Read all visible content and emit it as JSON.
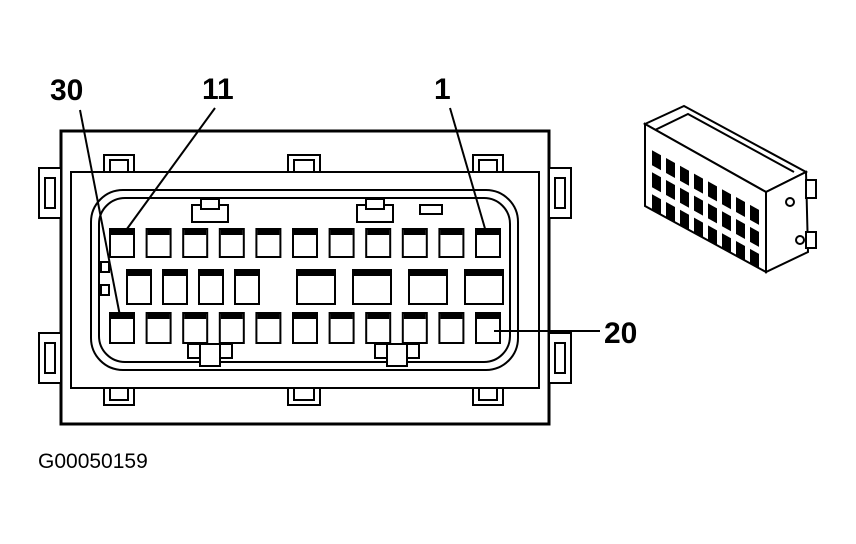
{
  "figure_id": "G00050159",
  "callouts": {
    "pin_30": "30",
    "pin_11": "11",
    "pin_1": "1",
    "pin_20": "20"
  },
  "connector": {
    "top_row_cavities": 11,
    "middle_row_cavities": 8,
    "bottom_row_cavities": 11
  }
}
